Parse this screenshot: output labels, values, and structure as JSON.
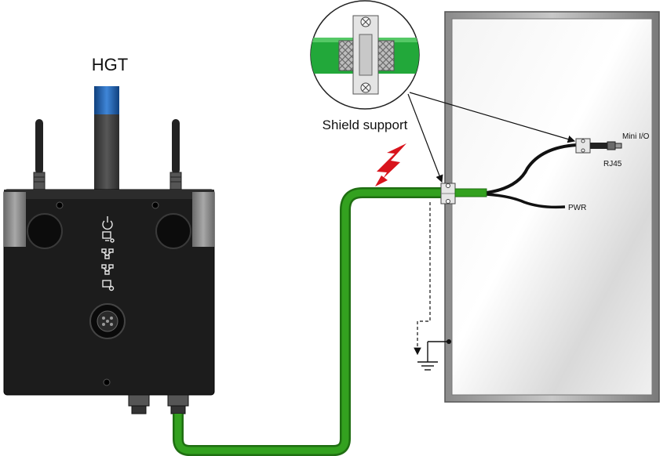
{
  "labels": {
    "device": "HGT",
    "callout": "Shield support",
    "mini_io": "Mini I/O",
    "rj45": "RJ45",
    "pwr": "PWR"
  },
  "icons": [
    "power-icon",
    "device-status-icon",
    "network-icon",
    "network-icon",
    "device-settings-icon",
    "lightning-icon",
    "ground-icon"
  ],
  "colors": {
    "cable_green": "#2e8b1c",
    "shield_green": "#22a83a",
    "device_body": "#1a1a1a",
    "beacon_blue": "#1e5fb0",
    "lightning_red": "#d8141c",
    "panel_frame": "#6e6e6e"
  }
}
